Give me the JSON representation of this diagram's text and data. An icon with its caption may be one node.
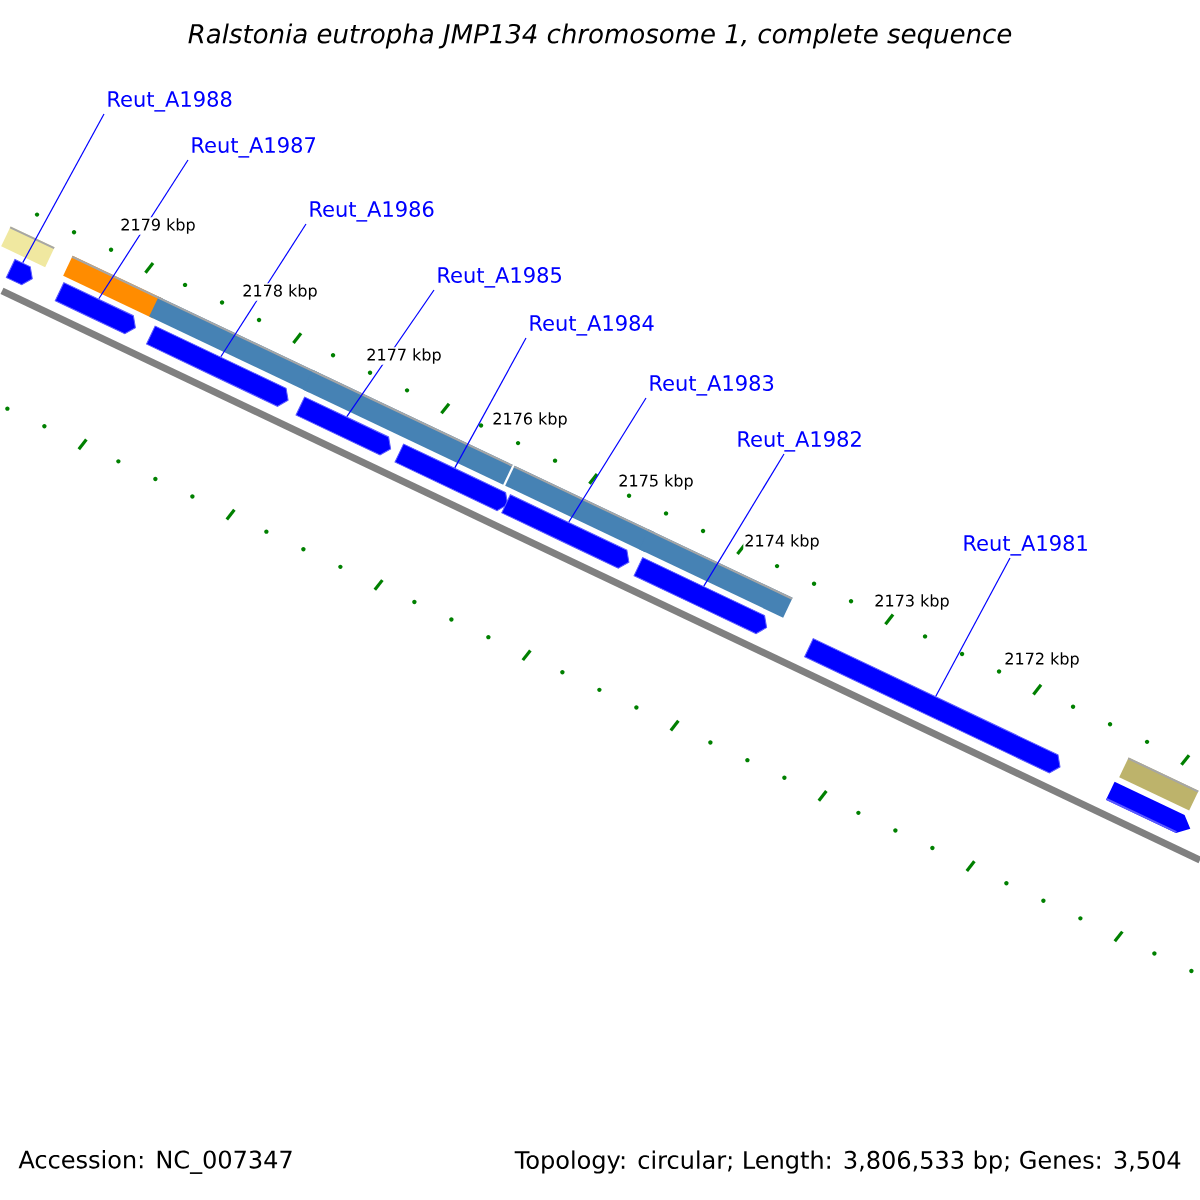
{
  "diagram": {
    "title": "Ralstonia eutropha JMP134 chromosome 1, complete sequence",
    "nodes": [
      {
        "text": [
          "Reut_A1988"
        ]
      },
      {
        "text": [
          "Reut_A1987"
        ]
      },
      {
        "text": [
          "Reut_A1986"
        ]
      },
      {
        "text": [
          "Reut_A1985"
        ]
      },
      {
        "text": [
          "Reut_A1984"
        ]
      },
      {
        "text": [
          "Reut_A1983"
        ]
      },
      {
        "text": [
          "Reut_A1982"
        ]
      },
      {
        "text": [
          "Reut_A1981"
        ]
      },
      {
        "text": [],
        "shape": "bar"
      },
      {
        "text": [],
        "shape": "bar"
      },
      {
        "text": [],
        "shape": "bar"
      },
      {
        "text": [],
        "shape": "bar"
      },
      {
        "text": [],
        "shape": "bar"
      },
      {
        "text": [],
        "shape": "bar"
      },
      {
        "text": [],
        "shape": "bar"
      },
      {
        "text": [],
        "shape": "bar"
      }
    ],
    "edges": [
      {
        "from": 0,
        "to": 8,
        "arrow": "none"
      },
      {
        "from": 1,
        "to": 9,
        "arrow": "none"
      },
      {
        "from": 2,
        "to": 10,
        "arrow": "none"
      },
      {
        "from": 3,
        "to": 11,
        "arrow": "none"
      },
      {
        "from": 4,
        "to": 12,
        "arrow": "none"
      },
      {
        "from": 5,
        "to": 13,
        "arrow": "none"
      },
      {
        "from": 6,
        "to": 14,
        "arrow": "none"
      },
      {
        "from": 7,
        "to": 15,
        "arrow": "none"
      }
    ],
    "labels": [
      "2179 kbp",
      "2178 kbp",
      "2177 kbp",
      "2176 kbp",
      "2175 kbp",
      "2174 kbp",
      "2173 kbp",
      "2172 kbp",
      "Accession: NC_007347",
      "Topology: circular; Length: 3,806,533 bp; Genes: 3,504"
    ]
  }
}
